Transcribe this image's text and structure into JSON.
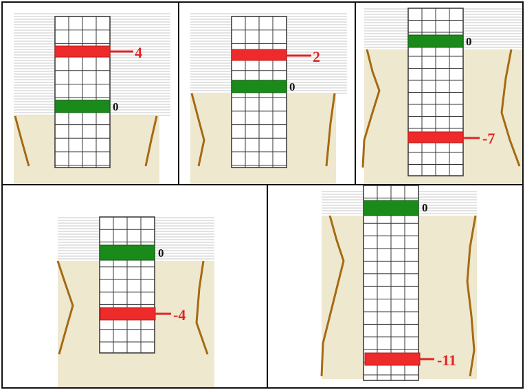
{
  "colors": {
    "sky_stripe_a": "#fafafa",
    "sky_stripe_b": "#e3e3e3",
    "ground": "#eee8cf",
    "ground_stripe": "#e2dbbc",
    "bank": "#a56a12",
    "grid_line": "#333333",
    "grid_fill": "#ffffff",
    "zero_marker": "#1a8a1a",
    "value_marker": "#ee2a2a",
    "value_text": "#e02424",
    "zero_text": "#111111",
    "watermark": "#d6e6ee"
  },
  "panels": [
    {
      "id": "p1",
      "zero_label": "0",
      "value_label": "4"
    },
    {
      "id": "p2",
      "zero_label": "0",
      "value_label": "2"
    },
    {
      "id": "p3",
      "zero_label": "0",
      "value_label": "-7"
    },
    {
      "id": "p4",
      "zero_label": "0",
      "value_label": "-4"
    },
    {
      "id": "p5",
      "zero_label": "0",
      "value_label": "-11"
    }
  ]
}
